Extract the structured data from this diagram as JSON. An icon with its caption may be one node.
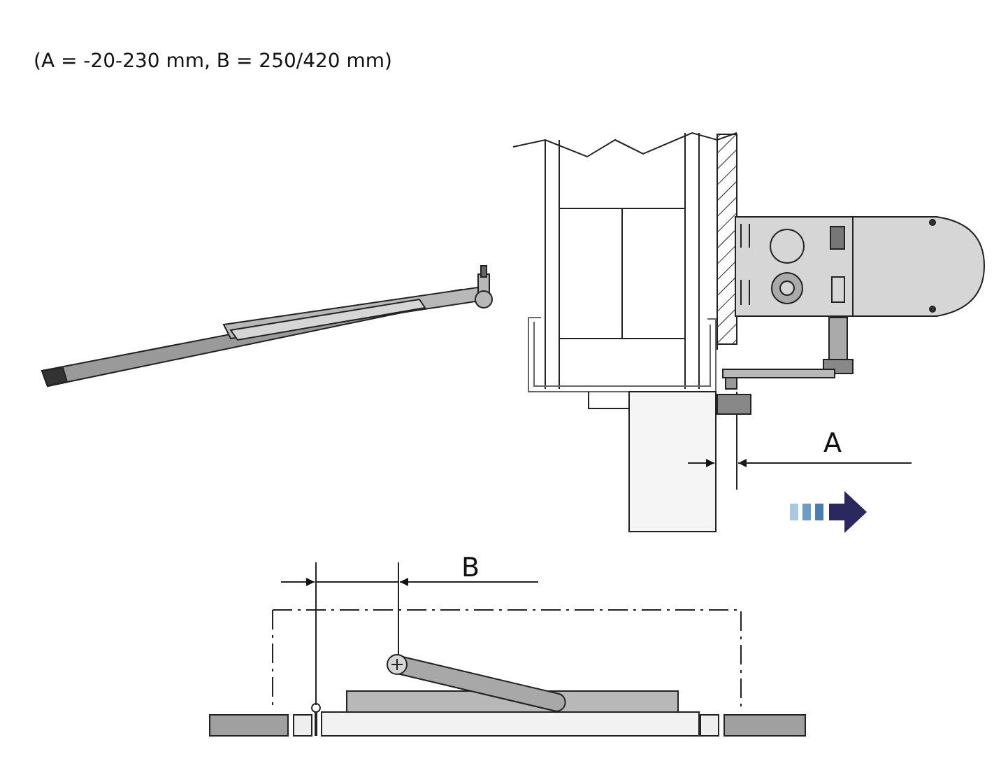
{
  "diagram": {
    "title": "(A = -20-230 mm, B = 250/420 mm)",
    "labels": [
      "A",
      "B"
    ]
  }
}
